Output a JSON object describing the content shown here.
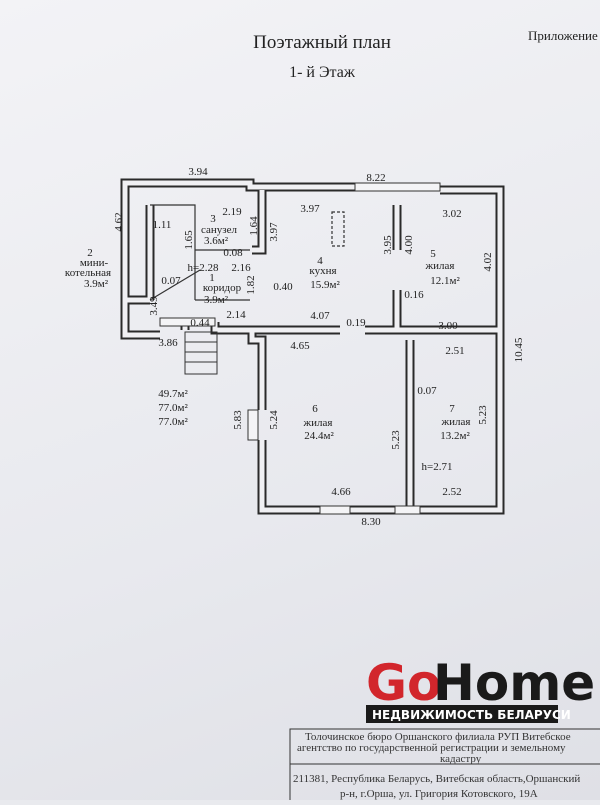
{
  "header": {
    "title": "Поэтажный план",
    "floor": "1- й Этаж",
    "appendix": "Приложение"
  },
  "rooms": [
    {
      "num": "1",
      "name": "коридор",
      "area": "3.9м²"
    },
    {
      "num": "2",
      "name_a": "мини-",
      "name_b": "котельная",
      "area": "3.9м²"
    },
    {
      "num": "3",
      "name": "санузел",
      "area": "3.6м²"
    },
    {
      "num": "4",
      "name": "кухня",
      "area": "15.9м²"
    },
    {
      "num": "5",
      "name": "жилая",
      "area": "12.1м²"
    },
    {
      "num": "6",
      "name": "жилая",
      "area": "24.4м²"
    },
    {
      "num": "7",
      "name": "жилая",
      "area": "13.2м²"
    }
  ],
  "heights": [
    "h=2.28",
    "h=2.71"
  ],
  "totals": [
    "49.7м²",
    "77.0м²",
    "77.0м²"
  ],
  "dims": [
    "3.94",
    "8.22",
    "4.62",
    "1.11",
    "2.19",
    "1.64",
    "1.65",
    "0.08",
    "2.16",
    "1.82",
    "0.07",
    "3.49",
    "0.44",
    "2.14",
    "3.86",
    "3.97",
    "3.97",
    "0.40",
    "4.07",
    "0.19",
    "4.65",
    "3.95",
    "4.00",
    "3.02",
    "4.02",
    "0.16",
    "3.00",
    "2.51",
    "10.45",
    "5.83",
    "5.24",
    "5.23",
    "0.07",
    "5.23",
    "4.66",
    "2.52",
    "8.30"
  ],
  "footer": {
    "line1": "Толочинское бюро Оршанского филиала РУП Витебское",
    "line2": "агентство по государственной регистрации и земельному",
    "line3": "кадастру",
    "line4": "211381, Республика Беларусь, Витебская область,Оршанский",
    "line5": "р-н, г.Орша, ул. Григория Котовского, 19А"
  },
  "watermark": {
    "go": "Go",
    "home": "Home",
    "tagline": "НЕДВИЖИМОСТЬ БЕЛАРУСИ"
  }
}
